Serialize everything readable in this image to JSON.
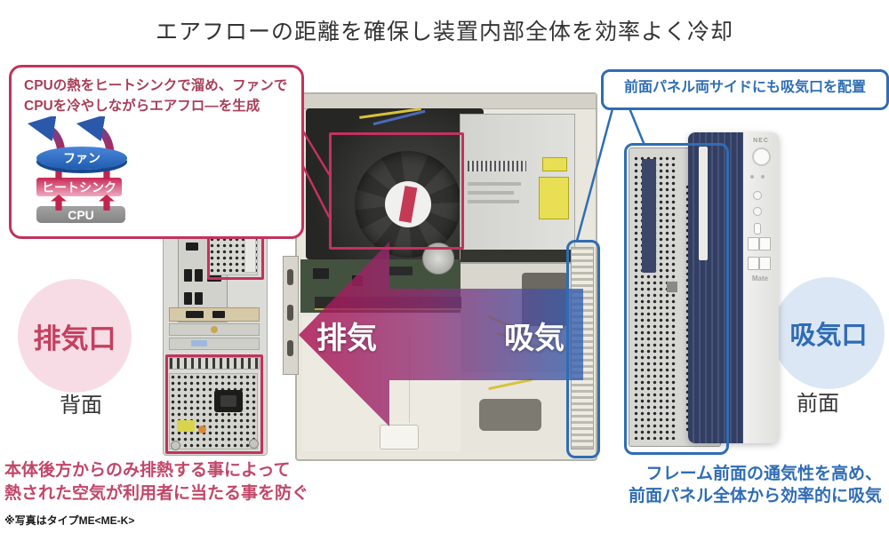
{
  "title": "エアフローの距離を確保し装置内部全体を効率よく冷却",
  "left_callout": {
    "line1": "CPUの熱をヒートシンクで溜め、ファンで",
    "line2": "CPUを冷やしながらエアフロ―を生成"
  },
  "fan_diagram": {
    "fan_label": "ファン",
    "heatsink_label": "ヒートシンク",
    "cpu_label": "CPU"
  },
  "right_callout": {
    "text": "前面パネル両サイドにも吸気口を配置"
  },
  "exhaust": {
    "circle_label": "排気口",
    "caption": "背面"
  },
  "intake": {
    "circle_label": "吸気口",
    "caption": "前面"
  },
  "airflow": {
    "exhaust_label": "排気",
    "intake_label": "吸気"
  },
  "front_tower": {
    "brand": "NEC",
    "model": "Mate"
  },
  "notes": {
    "rear_line1": "本体後方からのみ排熱する事によって",
    "rear_line2": "熱された空気が利用者に当たる事を防ぐ",
    "front_line1": "フレーム前面の通気性を高め、",
    "front_line2": "前面パネル全体から効率的に吸気"
  },
  "footnote": "※写真はタイプME<ME-K>",
  "colors": {
    "crimson": "#c2335c",
    "blue": "#2f6db5",
    "pink_circle": "#f8dce5",
    "blue_circle": "#dce7f5",
    "arrow_exhaust": "#ad1554",
    "arrow_intake": "#2e5fb0"
  }
}
